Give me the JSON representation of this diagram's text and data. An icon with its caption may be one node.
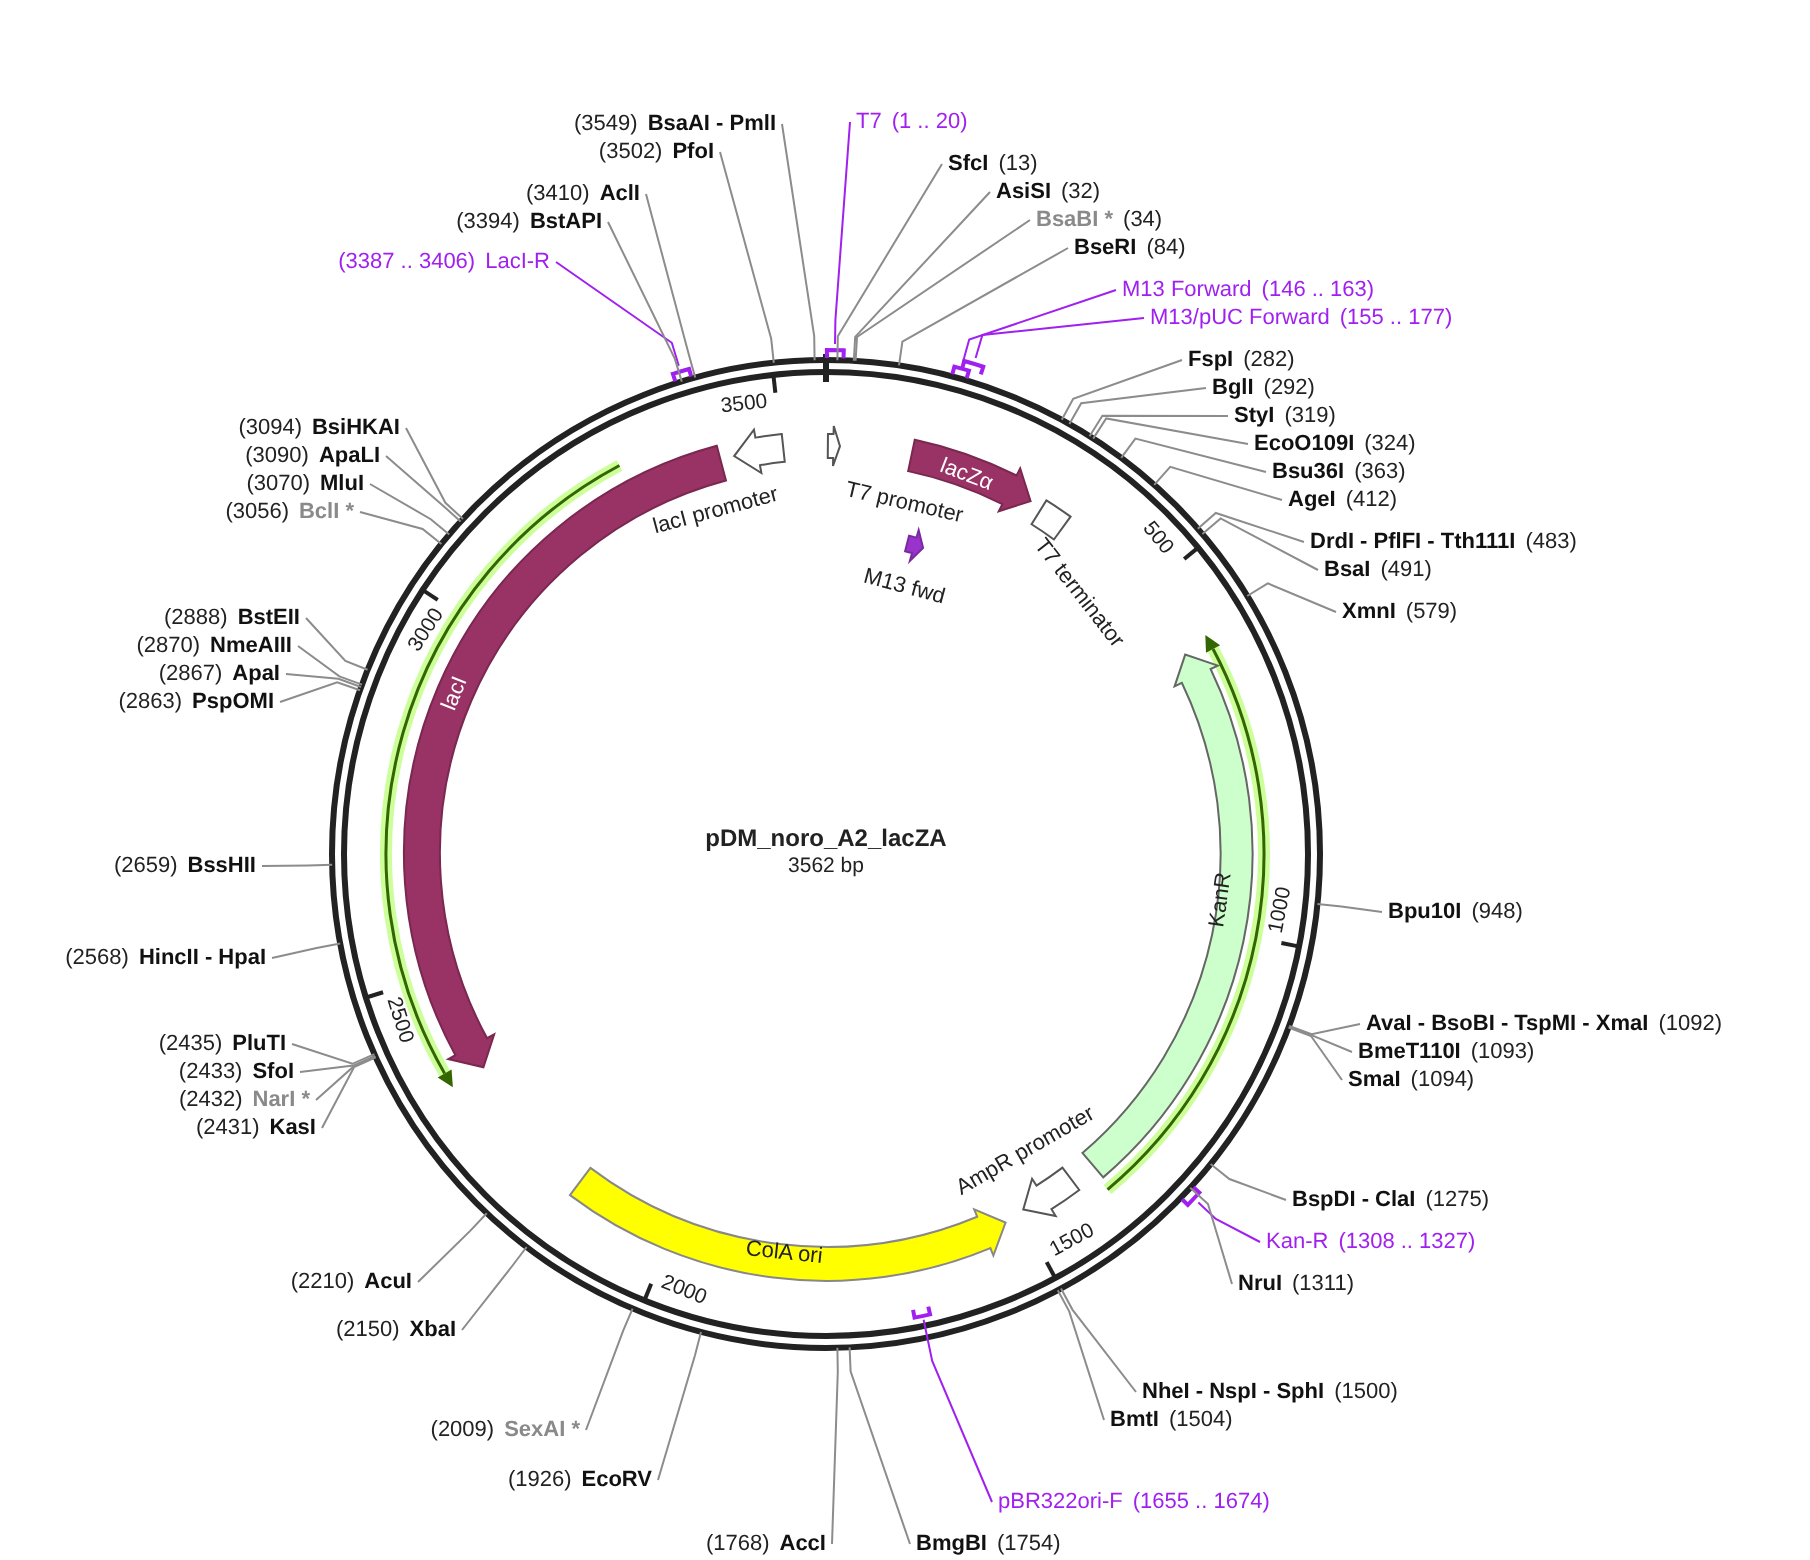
{
  "diagram": {
    "title": "pDM_noro_A2_lacZA",
    "nodes": [
      {
        "text": [
          "T7",
          "(1 .. 20)"
        ]
      },
      {
        "text": [
          "SfcI",
          "(13)"
        ]
      },
      {
        "text": [
          "AsiSI",
          "(32)"
        ]
      },
      {
        "text": [
          "BsaBI *",
          "(34)"
        ]
      },
      {
        "text": [
          "BseRI",
          "(84)"
        ]
      },
      {
        "text": [
          "M13 Forward",
          "(146 .. 163)"
        ]
      },
      {
        "text": [
          "M13/pUC Forward",
          "(155 .. 177)"
        ]
      },
      {
        "text": [
          "FspI",
          "(282)"
        ]
      },
      {
        "text": [
          "BglI",
          "(292)"
        ]
      },
      {
        "text": [
          "StyI",
          "(319)"
        ]
      },
      {
        "text": [
          "EcoO109I",
          "(324)"
        ]
      },
      {
        "text": [
          "Bsu36I",
          "(363)"
        ]
      },
      {
        "text": [
          "AgeI",
          "(412)"
        ]
      },
      {
        "text": [
          "DrdI - PflFI - Tth111I",
          "(483)"
        ]
      },
      {
        "text": [
          "BsaI",
          "(491)"
        ]
      },
      {
        "text": [
          "XmnI",
          "(579)"
        ]
      },
      {
        "text": [
          "Bpu10I",
          "(948)"
        ]
      },
      {
        "text": [
          "AvaI - BsoBI - TspMI - XmaI",
          "(1092)"
        ]
      },
      {
        "text": [
          "BmeT110I",
          "(1093)"
        ]
      },
      {
        "text": [
          "SmaI",
          "(1094)"
        ]
      },
      {
        "text": [
          "BspDI - ClaI",
          "(1275)"
        ]
      },
      {
        "text": [
          "Kan-R",
          "(1308 .. 1327)"
        ]
      },
      {
        "text": [
          "NruI",
          "(1311)"
        ]
      },
      {
        "text": [
          "NheI - NspI - SphI",
          "(1500)"
        ]
      },
      {
        "text": [
          "BmtI",
          "(1504)"
        ]
      },
      {
        "text": [
          "pBR322ori-F",
          "(1655 .. 1674)"
        ]
      },
      {
        "text": [
          "BmgBI",
          "(1754)"
        ]
      },
      {
        "text": [
          "(1768)",
          "AccI"
        ]
      },
      {
        "text": [
          "(1926)",
          "EcoRV"
        ]
      },
      {
        "text": [
          "(2009)",
          "SexAI *"
        ]
      },
      {
        "text": [
          "(2150)",
          "XbaI"
        ]
      },
      {
        "text": [
          "(2210)",
          "AcuI"
        ]
      },
      {
        "text": [
          "(2431)",
          "KasI"
        ]
      },
      {
        "text": [
          "(2432)",
          "NarI *"
        ]
      },
      {
        "text": [
          "(2433)",
          "SfoI"
        ]
      },
      {
        "text": [
          "(2435)",
          "PluTI"
        ]
      },
      {
        "text": [
          "(2568)",
          "HincII - HpaI"
        ]
      },
      {
        "text": [
          "(2659)",
          "BssHII"
        ]
      },
      {
        "text": [
          "(2863)",
          "PspOMI"
        ]
      },
      {
        "text": [
          "(2867)",
          "ApaI"
        ]
      },
      {
        "text": [
          "(2870)",
          "NmeAIII"
        ]
      },
      {
        "text": [
          "(2888)",
          "BstEII"
        ]
      },
      {
        "text": [
          "(3056)",
          "BclI *"
        ]
      },
      {
        "text": [
          "(3070)",
          "MluI"
        ]
      },
      {
        "text": [
          "(3090)",
          "ApaLI"
        ]
      },
      {
        "text": [
          "(3094)",
          "BsiHKAI"
        ]
      },
      {
        "text": [
          "(3387 .. 3406)",
          "LacI-R"
        ]
      },
      {
        "text": [
          "(3394)",
          "BstAPI"
        ]
      },
      {
        "text": [
          "(3410)",
          "AclI"
        ]
      },
      {
        "text": [
          "(3502)",
          "PfoI"
        ]
      },
      {
        "text": [
          "(3549)",
          "BsaAI - PmlI"
        ]
      },
      {
        "text": [
          "lacI promoter"
        ]
      },
      {
        "text": [
          "T7 promoter"
        ]
      },
      {
        "text": [
          "lacZα"
        ]
      },
      {
        "text": [
          "T7 terminator"
        ]
      },
      {
        "text": [
          "M13 fwd"
        ]
      },
      {
        "text": [
          "KanR"
        ]
      },
      {
        "text": [
          "AmpR promoter"
        ]
      },
      {
        "text": [
          "ColA ori"
        ]
      },
      {
        "text": [
          "lacI"
        ]
      }
    ],
    "edges": [
      {
        "from": 0,
        "to": null,
        "arrow": "none",
        "color": "#a020f0"
      },
      {
        "from": 1,
        "to": null,
        "arrow": "none"
      },
      {
        "from": 2,
        "to": null,
        "arrow": "none"
      },
      {
        "from": 3,
        "to": null,
        "arrow": "none"
      },
      {
        "from": 4,
        "to": null,
        "arrow": "none"
      },
      {
        "from": 5,
        "to": null,
        "arrow": "none",
        "color": "#a020f0"
      },
      {
        "from": 6,
        "to": null,
        "arrow": "none",
        "color": "#a020f0"
      },
      {
        "from": 7,
        "to": null,
        "arrow": "none"
      },
      {
        "from": 8,
        "to": null,
        "arrow": "none"
      },
      {
        "from": 9,
        "to": null,
        "arrow": "none"
      },
      {
        "from": 10,
        "to": null,
        "arrow": "none"
      },
      {
        "from": 11,
        "to": null,
        "arrow": "none"
      },
      {
        "from": 12,
        "to": null,
        "arrow": "none"
      },
      {
        "from": 13,
        "to": null,
        "arrow": "none"
      },
      {
        "from": 14,
        "to": null,
        "arrow": "none"
      },
      {
        "from": 15,
        "to": null,
        "arrow": "none"
      },
      {
        "from": 16,
        "to": null,
        "arrow": "none"
      },
      {
        "from": 17,
        "to": null,
        "arrow": "none"
      },
      {
        "from": 18,
        "to": null,
        "arrow": "none"
      },
      {
        "from": 19,
        "to": null,
        "arrow": "none"
      },
      {
        "from": 20,
        "to": null,
        "arrow": "none"
      },
      {
        "from": 21,
        "to": null,
        "arrow": "none",
        "color": "#a020f0"
      },
      {
        "from": 22,
        "to": null,
        "arrow": "none"
      },
      {
        "from": 23,
        "to": null,
        "arrow": "none"
      },
      {
        "from": 24,
        "to": null,
        "arrow": "none"
      },
      {
        "from": 25,
        "to": null,
        "arrow": "none",
        "color": "#a020f0"
      },
      {
        "from": 26,
        "to": null,
        "arrow": "none"
      },
      {
        "from": 27,
        "to": null,
        "arrow": "none"
      },
      {
        "from": 28,
        "to": null,
        "arrow": "none"
      },
      {
        "from": 29,
        "to": null,
        "arrow": "none"
      },
      {
        "from": 30,
        "to": null,
        "arrow": "none"
      },
      {
        "from": 31,
        "to": null,
        "arrow": "none"
      },
      {
        "from": 32,
        "to": null,
        "arrow": "none"
      },
      {
        "from": 33,
        "to": null,
        "arrow": "none"
      },
      {
        "from": 34,
        "to": null,
        "arrow": "none"
      },
      {
        "from": 35,
        "to": null,
        "arrow": "none"
      },
      {
        "from": 36,
        "to": null,
        "arrow": "none"
      },
      {
        "from": 37,
        "to": null,
        "arrow": "none"
      },
      {
        "from": 38,
        "to": null,
        "arrow": "none"
      },
      {
        "from": 39,
        "to": null,
        "arrow": "none"
      },
      {
        "from": 40,
        "to": null,
        "arrow": "none"
      },
      {
        "from": 41,
        "to": null,
        "arrow": "none"
      },
      {
        "from": 42,
        "to": null,
        "arrow": "none"
      },
      {
        "from": 43,
        "to": null,
        "arrow": "none"
      },
      {
        "from": 44,
        "to": null,
        "arrow": "none"
      },
      {
        "from": 45,
        "to": null,
        "arrow": "none"
      },
      {
        "from": 46,
        "to": null,
        "arrow": "none",
        "color": "#a020f0"
      },
      {
        "from": 47,
        "to": null,
        "arrow": "none"
      },
      {
        "from": 48,
        "to": null,
        "arrow": "none"
      },
      {
        "from": 49,
        "to": null,
        "arrow": "none"
      },
      {
        "from": 50,
        "to": null,
        "arrow": "none"
      }
    ],
    "labels": [
      "3562 bp",
      "500",
      "1000",
      "1500",
      "2000",
      "2500",
      "3000",
      "3500"
    ]
  }
}
